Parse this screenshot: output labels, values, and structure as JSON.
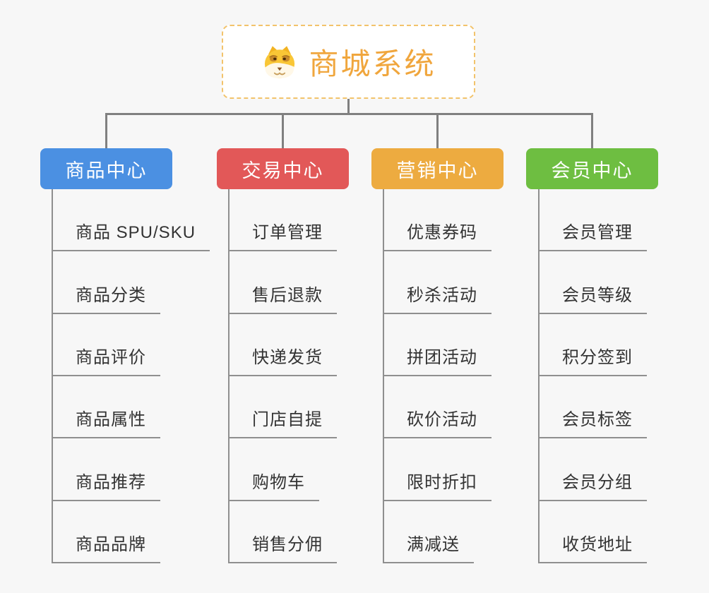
{
  "root": {
    "title": "商城系统",
    "icon": "shiba-dog-icon"
  },
  "branches": [
    {
      "label": "商品中心",
      "color": "#4B90E2",
      "items": [
        "商品 SPU/SKU",
        "商品分类",
        "商品评价",
        "商品属性",
        "商品推荐",
        "商品品牌"
      ]
    },
    {
      "label": "交易中心",
      "color": "#E25858",
      "items": [
        "订单管理",
        "售后退款",
        "快递发货",
        "门店自提",
        "购物车",
        "销售分佣"
      ]
    },
    {
      "label": "营销中心",
      "color": "#EDAB40",
      "items": [
        "优惠券码",
        "秒杀活动",
        "拼团活动",
        "砍价活动",
        "限时折扣",
        "满减送"
      ]
    },
    {
      "label": "会员中心",
      "color": "#6EBE41",
      "items": [
        "会员管理",
        "会员等级",
        "积分签到",
        "会员标签",
        "会员分组",
        "收货地址"
      ]
    }
  ],
  "colors": {
    "background": "#F7F7F7",
    "root_text": "#F0A63D",
    "root_border": "#F2C36B",
    "connector": "#808080",
    "item_text": "#333333",
    "item_underline": "#8F8F8F"
  }
}
